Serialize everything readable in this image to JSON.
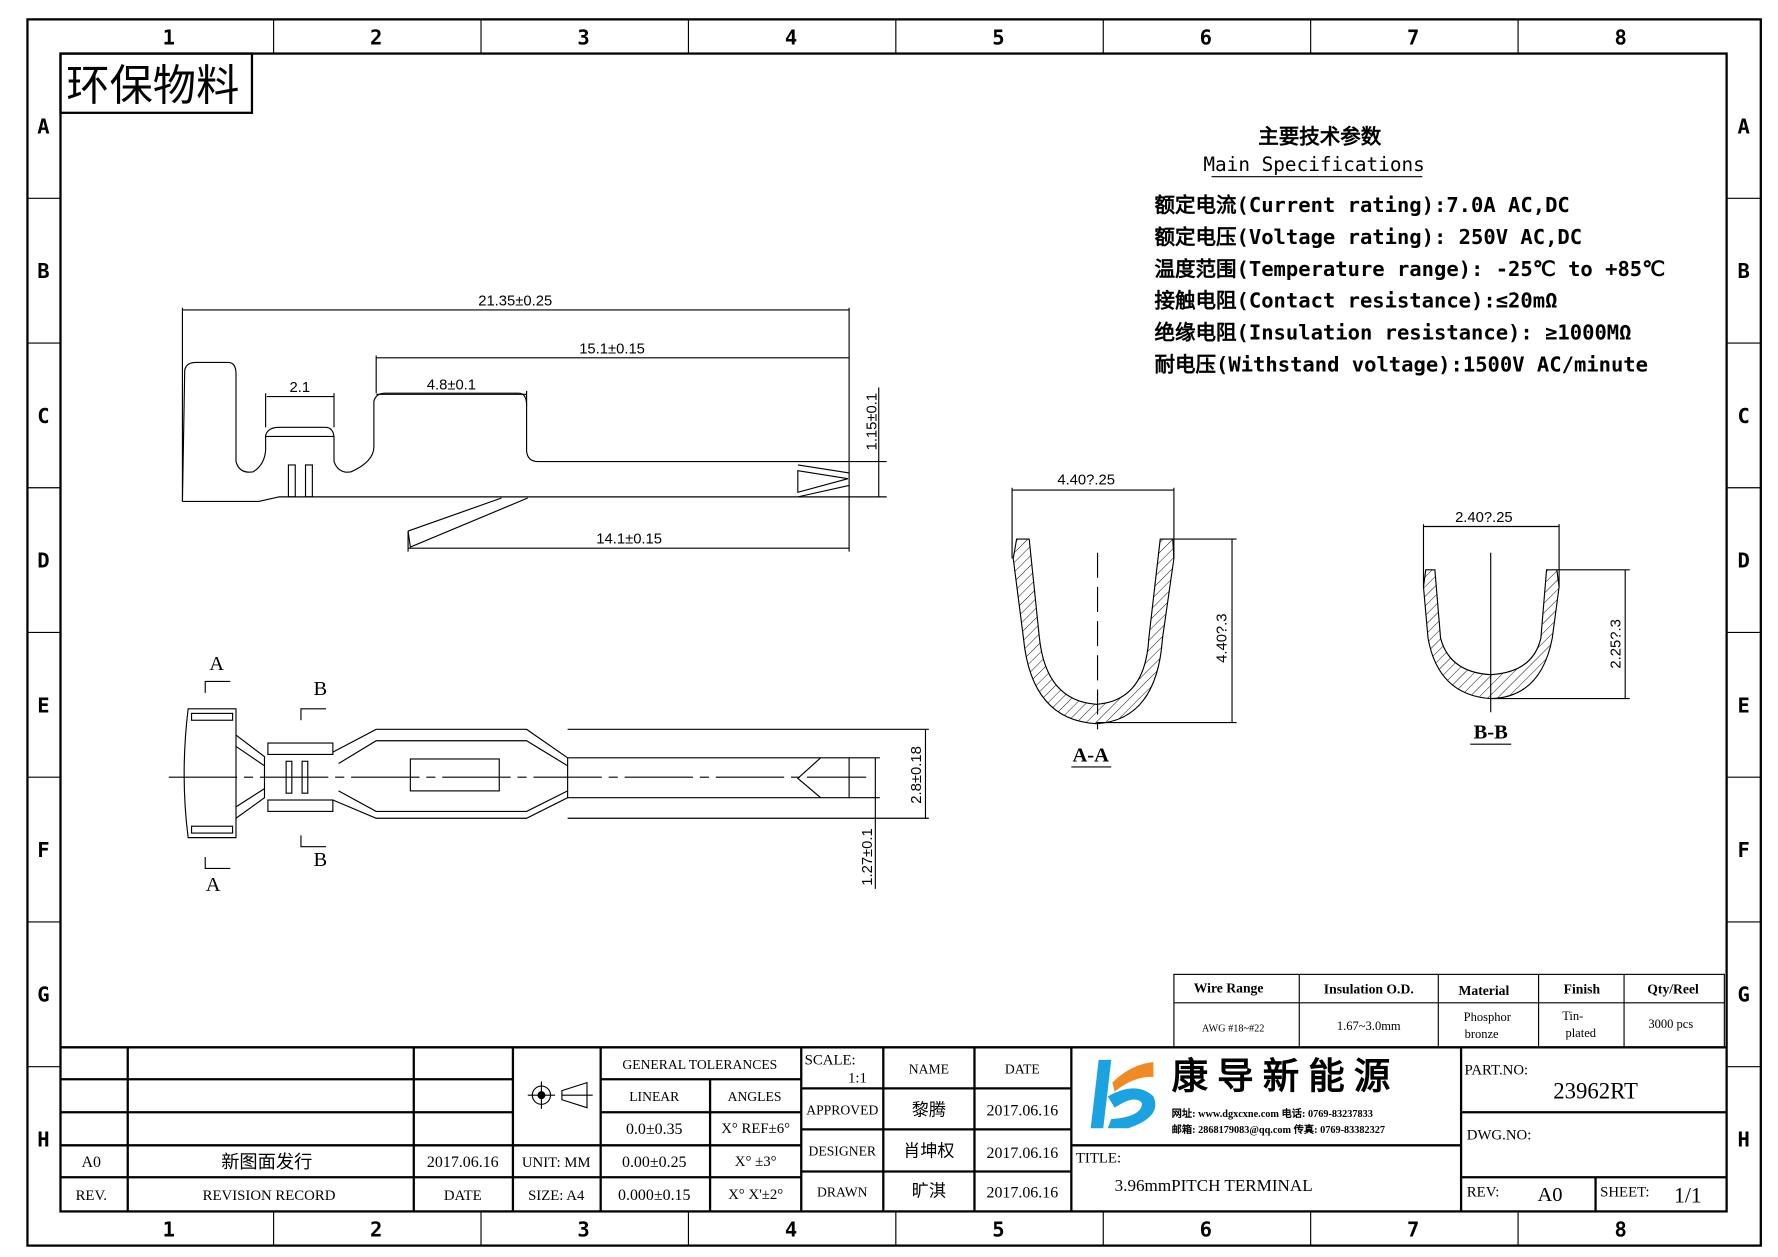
{
  "grid": {
    "columns": [
      "1",
      "2",
      "3",
      "4",
      "5",
      "6",
      "7",
      "8"
    ],
    "rows": [
      "A",
      "B",
      "C",
      "D",
      "E",
      "F",
      "G",
      "H"
    ]
  },
  "eco_label": "环保物料",
  "specs": {
    "title_cn": "主要技术参数",
    "title_en": "Main Specifications",
    "lines": [
      "额定电流(Current rating):7.0A AC,DC",
      "额定电压(Voltage rating): 250V AC,DC",
      "温度范围(Temperature range): -25℃ to +85℃",
      "接触电阻(Contact resistance):≤20mΩ",
      "绝缘电阻(Insulation resistance): ≥1000MΩ",
      "耐电压(Withstand voltage):1500V AC/minute"
    ]
  },
  "dimensions": {
    "overall_length": "21.35±0.25",
    "length_15": "15.1±0.15",
    "crimp_2": "2.1",
    "length_48": "4.8±0.1",
    "height_115": "1.15±0.1",
    "length_141": "14.1±0.15",
    "width_28": "2.8±0.18",
    "width_127": "1.27±0.1",
    "aa_width": "4.40?.25",
    "aa_height": "4.40?.3",
    "bb_width": "2.40?.25",
    "bb_height": "2.25?.3"
  },
  "section_marks": {
    "a": "A",
    "b": "B",
    "aa": "A-A",
    "bb": "B-B"
  },
  "spec_table": {
    "headers": [
      "Wire Range",
      "Insulation O.D.",
      "Material",
      "Finish",
      "Qty/Reel"
    ],
    "values": [
      [
        "AWG #18~#22"
      ],
      [
        "1.67~3.0mm"
      ],
      [
        "Phosphor",
        "bronze"
      ],
      [
        "Tin-",
        "plated"
      ],
      [
        "3000 pcs"
      ]
    ]
  },
  "revision": {
    "rows": [
      {
        "rev": "A0",
        "record": "新图面发行",
        "date": "2017.06.16"
      }
    ],
    "headers": {
      "rev": "REV.",
      "record": "REVISION RECORD",
      "date": "DATE"
    }
  },
  "units": {
    "unit": "UNIT: MM",
    "size": "SIZE: A4"
  },
  "tolerances": {
    "title": "GENERAL TOLERANCES",
    "linear": "LINEAR",
    "angles": "ANGLES",
    "linear_values": [
      "0.0±0.35",
      "0.00±0.25",
      "0.000±0.15"
    ],
    "angle_values": [
      "X° REF±6°",
      "X° ±3°",
      "X° X'±2°"
    ]
  },
  "signoff": {
    "scale_label": "SCALE:",
    "scale": "1:1",
    "name": "NAME",
    "date": "DATE",
    "rows": [
      {
        "role": "APPROVED",
        "name": "黎腾",
        "date": "2017.06.16"
      },
      {
        "role": "DESIGNER",
        "name": "肖坤权",
        "date": "2017.06.16"
      },
      {
        "role": "DRAWN",
        "name": "旷淇",
        "date": "2017.06.16"
      }
    ]
  },
  "company": {
    "name": "康 导 新 能 源",
    "contact_lines": [
      "网址: www.dgxcxne.com 电话: 0769-83237833",
      "邮箱: 2868179083@qq.com 传真: 0769-83382327"
    ],
    "logo_blue": "#1aa3e0",
    "logo_orange": "#f08a24"
  },
  "title_label": "TITLE:",
  "title": "3.96mmPITCH TERMINAL",
  "part_no_label": "PART.NO:",
  "part_no": "23962RT",
  "dwg_no_label": "DWG.NO:",
  "rev_label": "REV:",
  "rev": "A0",
  "sheet_label": "SHEET:",
  "sheet": "1/1"
}
